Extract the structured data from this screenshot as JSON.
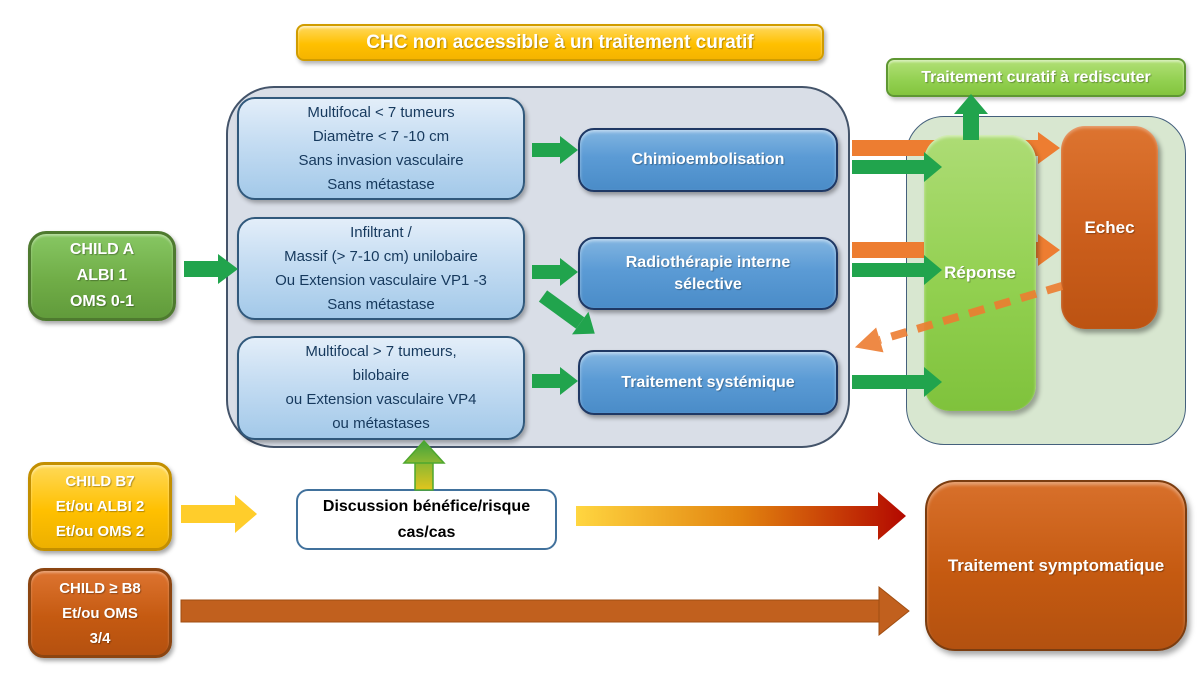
{
  "title": "CHC non accessible à un traitement curatif",
  "curative_revisit_label": "Traitement curatif à rediscuter",
  "patient_groups": {
    "child_a": {
      "lines": [
        "CHILD A",
        "ALBI 1",
        "OMS 0-1"
      ]
    },
    "child_b7": {
      "lines": [
        "CHILD B7",
        "Et/ou ALBI 2",
        "Et/ou OMS 2"
      ]
    },
    "child_b8": {
      "lines": [
        "CHILD ≥ B8",
        "Et/ou OMS",
        "3/4"
      ]
    }
  },
  "tumor_boxes": [
    {
      "lines": [
        "Multifocal < 7 tumeurs",
        "Diamètre < 7 -10 cm",
        "Sans invasion vasculaire",
        "Sans métastase"
      ]
    },
    {
      "lines": [
        "Infiltrant /",
        "Massif (> 7-10 cm) unilobaire",
        "Ou Extension vasculaire VP1 -3",
        "Sans métastase"
      ]
    },
    {
      "lines": [
        "Multifocal > 7 tumeurs,",
        "bilobaire",
        "ou Extension vasculaire VP4",
        "ou métastases"
      ]
    }
  ],
  "treatments": [
    {
      "label": "Chimioembolisation"
    },
    {
      "label": "Radiothérapie interne sélective"
    },
    {
      "label": "Traitement systémique"
    }
  ],
  "outcomes": {
    "response": "Réponse",
    "failure": "Echec"
  },
  "discussion": {
    "lines": [
      "Discussion bénéfice/risque",
      "cas/cas"
    ]
  },
  "symptomatic_label": "Traitement symptomatique",
  "colors": {
    "title_yellow": "#FFC000",
    "child_a_green": "#70AD47",
    "light_green": "#92D050",
    "treatment_blue": "#5B9BD5",
    "tumor_light_blue": "#BDD7EE",
    "panel_gray": "#D9DEE7",
    "panel_pale_green": "#D8E7D0",
    "orange_box": "#C55A11",
    "arrow_green": "#21A44D",
    "arrow_orange": "#ED7D31",
    "arrow_yellow": "#FFCD2B",
    "arrow_brown": "#C1601E",
    "arrow_gradient_end_red": "#B30800"
  }
}
